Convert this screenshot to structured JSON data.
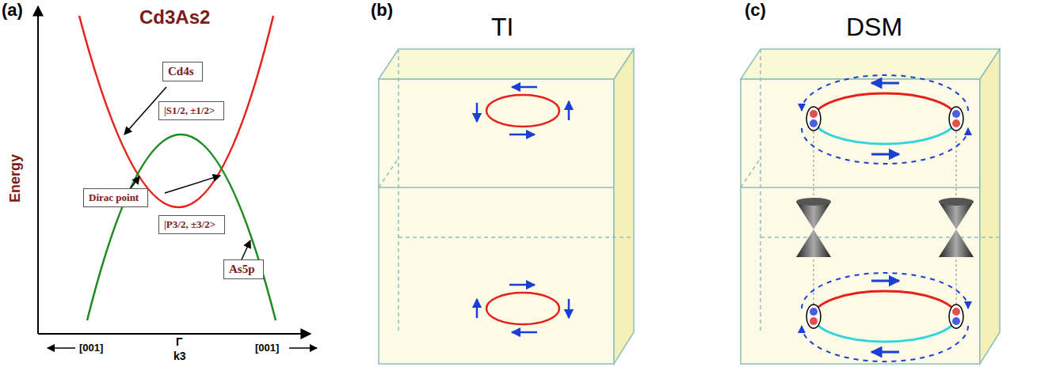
{
  "diagram": {
    "nodes": [
      {
        "text": [
          "Cd4s"
        ]
      },
      {
        "text": [
          "|S1/2, ±1/2>"
        ]
      },
      {
        "text": [
          "Dirac point"
        ]
      },
      {
        "text": [
          "|P3/2, ±3/2>"
        ]
      },
      {
        "text": [
          "As5p"
        ]
      }
    ],
    "labels": [
      "(a)",
      "Cd3As2",
      "Energy",
      "[001]",
      "Γ",
      "k3",
      "[001]",
      "(b)",
      "TI",
      "(c)",
      "DSM"
    ]
  }
}
